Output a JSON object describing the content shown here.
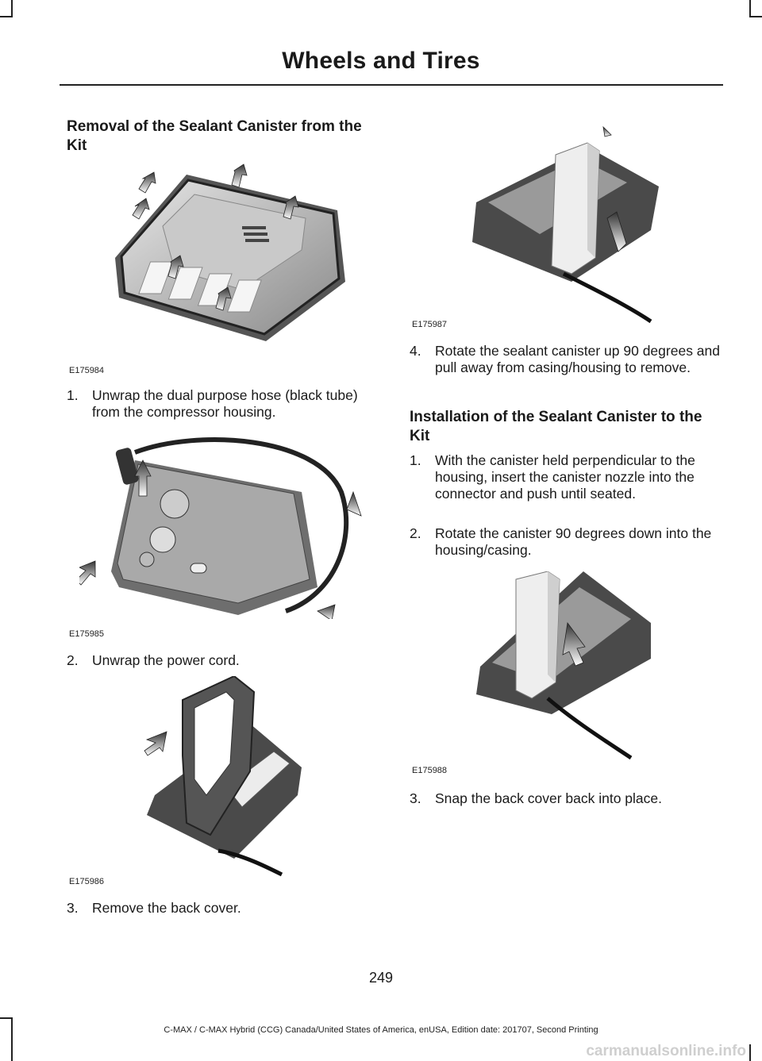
{
  "header": {
    "title": "Wheels and Tires"
  },
  "left": {
    "heading": "Removal of the Sealant Canister from the Kit",
    "figures": [
      "E175984",
      "E175985",
      "E175986"
    ],
    "steps": [
      {
        "num": "1.",
        "text": "Unwrap the dual purpose hose (black tube) from the compressor housing."
      },
      {
        "num": "2.",
        "text": "Unwrap the power cord."
      },
      {
        "num": "3.",
        "text": "Remove the back cover."
      }
    ]
  },
  "right": {
    "figures": [
      "E175987",
      "E175988"
    ],
    "step4": {
      "num": "4.",
      "text": "Rotate the sealant canister up 90 degrees and pull away from casing/housing to remove."
    },
    "heading": "Installation of the Sealant Canister to the Kit",
    "steps": [
      {
        "num": "1.",
        "text": "With the canister held perpendicular to the housing, insert the canister nozzle into the connector and push until seated."
      },
      {
        "num": "2.",
        "text": "Rotate the canister 90 degrees down into the housing/casing."
      },
      {
        "num": "3.",
        "text": "Snap the back cover back into place."
      }
    ]
  },
  "page_number": "249",
  "footer": "C-MAX / C-MAX Hybrid (CCG) Canada/United States of America, enUSA, Edition date: 201707, Second Printing",
  "watermark": "carmanualsonline.info"
}
